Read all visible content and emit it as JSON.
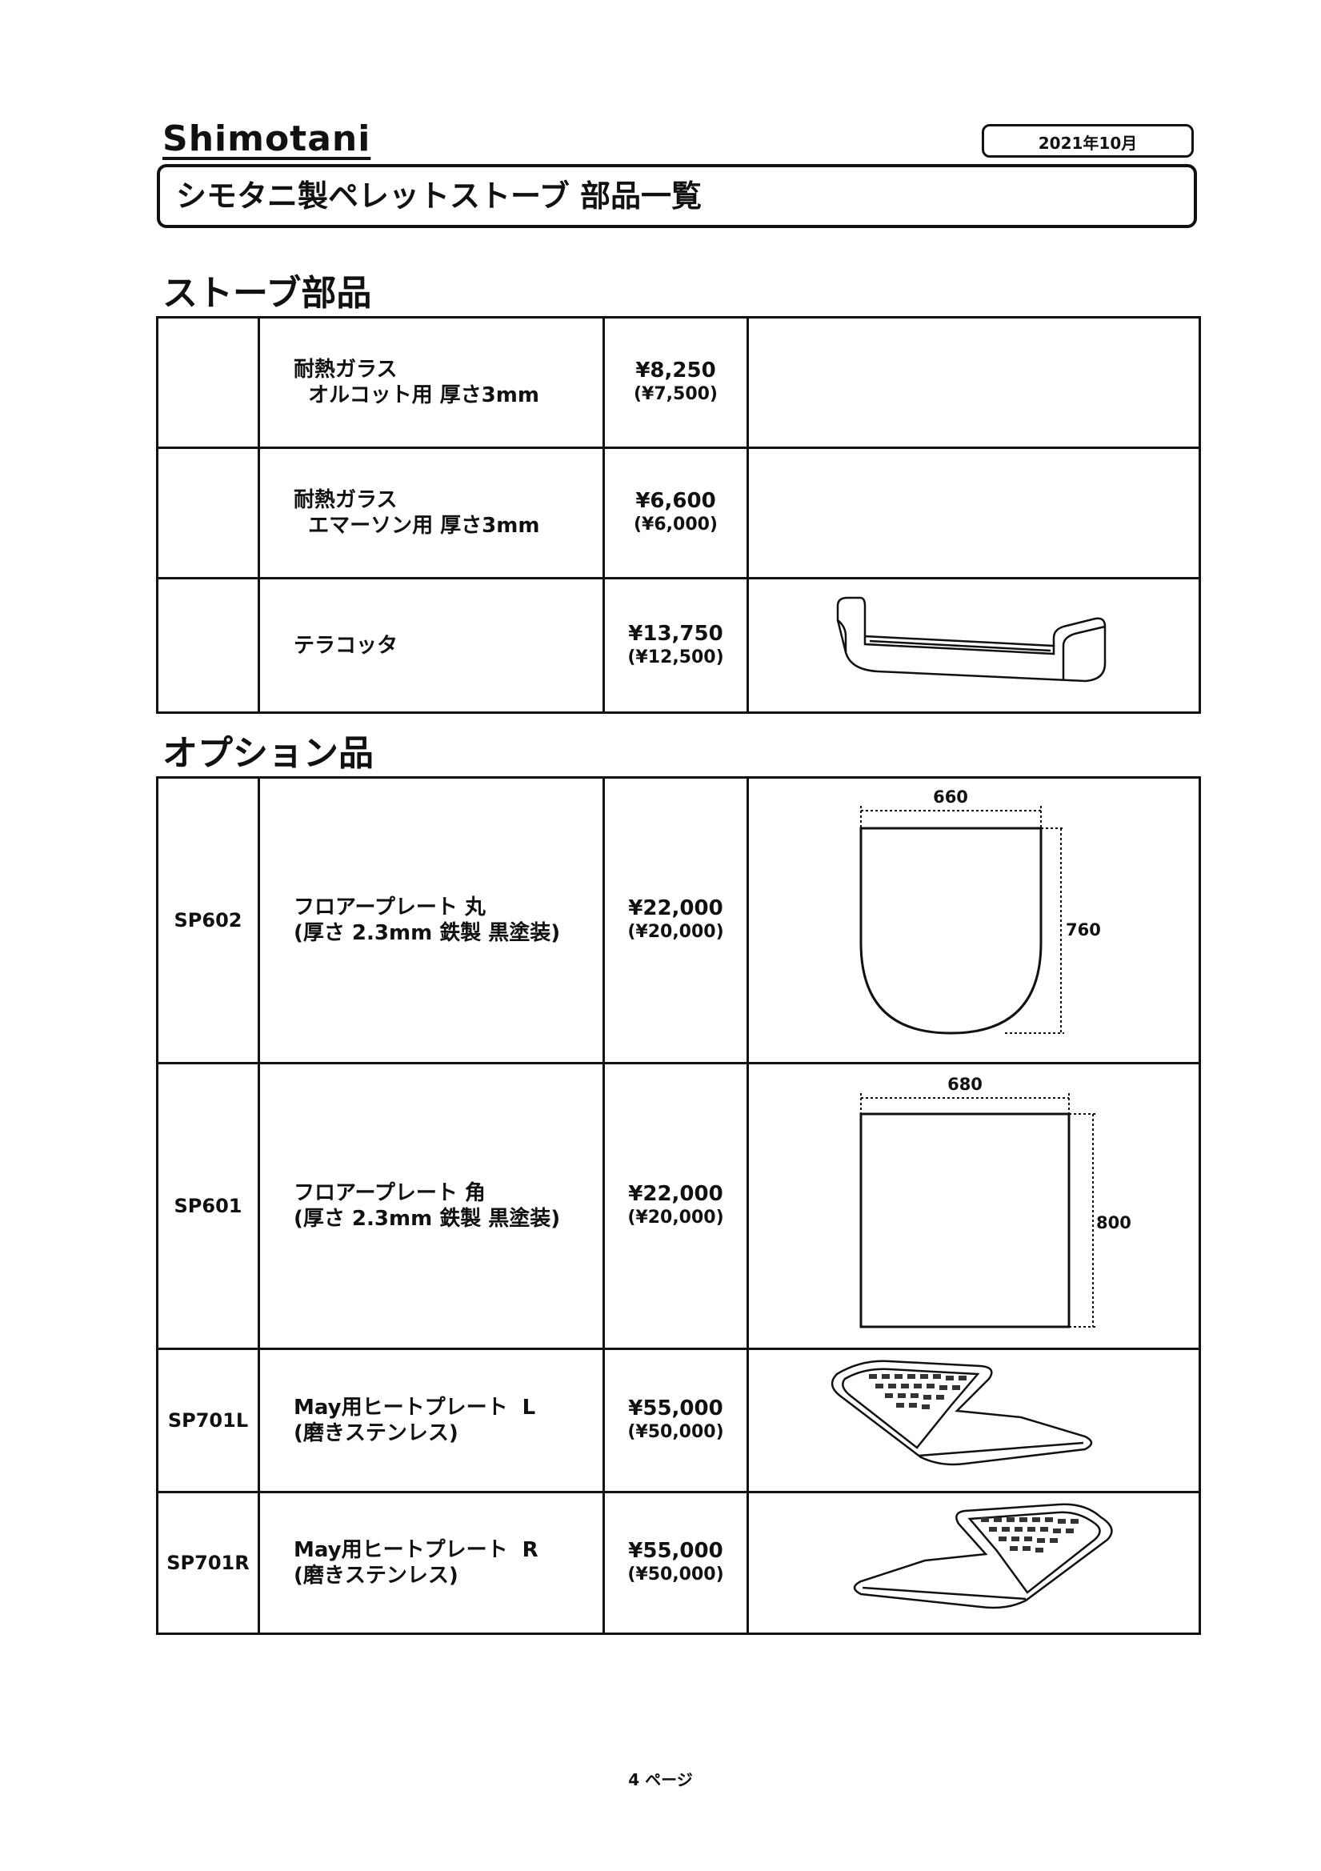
{
  "header": {
    "brand": "Shimotani",
    "date": "2021年10月",
    "title": "シモタニ製ペレットストーブ 部品一覧"
  },
  "sections": {
    "stove_parts": {
      "heading": "ストーブ部品",
      "rows": [
        {
          "code": "",
          "name_line1": "耐熱ガラス",
          "name_line2": "  オルコット用 厚さ3mm",
          "price": "¥8,250",
          "price_ex": "(¥7,500)",
          "image": ""
        },
        {
          "code": "",
          "name_line1": "耐熱ガラス",
          "name_line2": "  エマーソン用 厚さ3mm",
          "price": "¥6,600",
          "price_ex": "(¥6,000)",
          "image": ""
        },
        {
          "code": "",
          "name_line1": "テラコッタ",
          "name_line2": "",
          "price": "¥13,750",
          "price_ex": "(¥12,500)",
          "image": "terracotta-drawing"
        }
      ]
    },
    "options": {
      "heading": "オプション品",
      "rows": [
        {
          "code": "SP602",
          "name_line1": "フロアープレート 丸",
          "name_line2": "(厚さ 2.3mm 鉄製 黒塗装)",
          "price": "¥22,000",
          "price_ex": "(¥20,000)",
          "image": "round-floor-plate-drawing",
          "dim_w": "660",
          "dim_h": "760"
        },
        {
          "code": "SP601",
          "name_line1": "フロアープレート 角",
          "name_line2": "(厚さ 2.3mm 鉄製 黒塗装)",
          "price": "¥22,000",
          "price_ex": "(¥20,000)",
          "image": "square-floor-plate-drawing",
          "dim_w": "680",
          "dim_h": "800"
        },
        {
          "code": "SP701L",
          "name_line1": "May用ヒートプレート  L",
          "name_line2": "(磨きステンレス)",
          "price": "¥55,000",
          "price_ex": "(¥50,000)",
          "image": "heat-plate-l-drawing"
        },
        {
          "code": "SP701R",
          "name_line1": "May用ヒートプレート  R",
          "name_line2": "(磨きステンレス)",
          "price": "¥55,000",
          "price_ex": "(¥50,000)",
          "image": "heat-plate-r-drawing"
        }
      ]
    }
  },
  "footer": {
    "page": "4 ページ"
  }
}
